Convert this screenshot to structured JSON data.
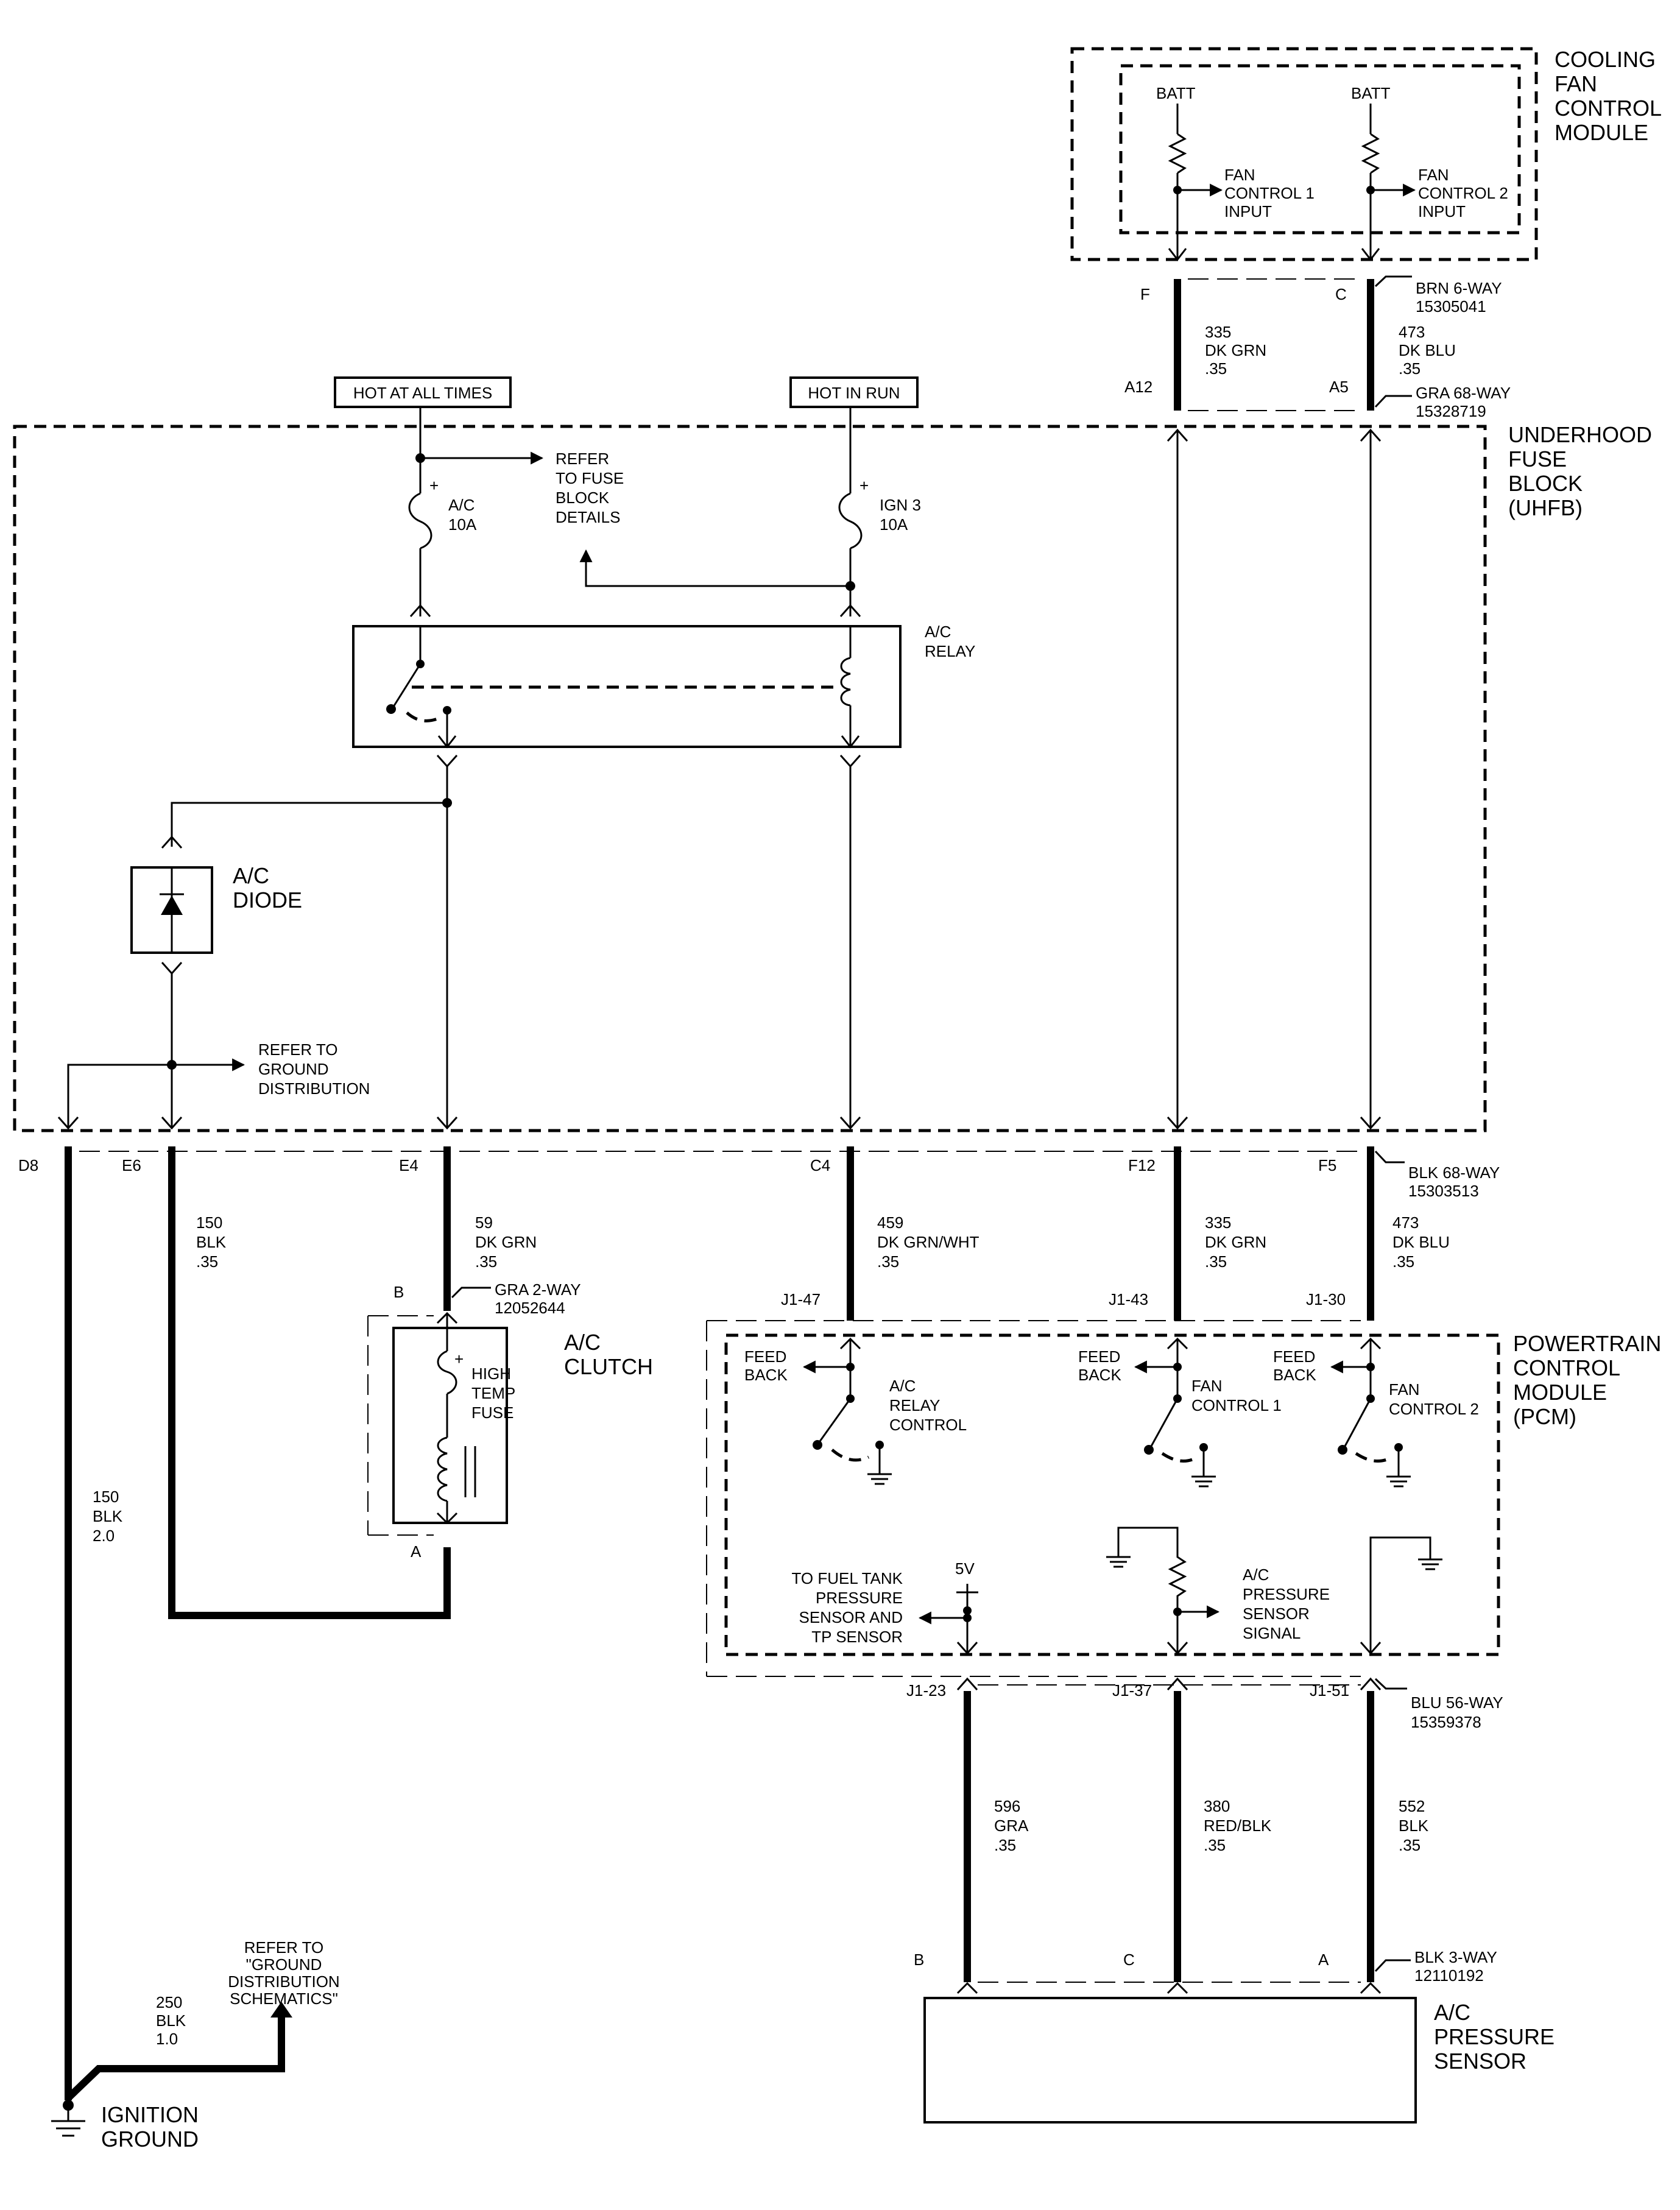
{
  "modules": {
    "cooling_fan": [
      "COOLING",
      "FAN",
      "CONTROL",
      "MODULE"
    ],
    "uhfb": [
      "UNDERHOOD",
      "FUSE",
      "BLOCK",
      "(UHFB)"
    ],
    "pcm": [
      "POWERTRAIN",
      "CONTROL",
      "MODULE",
      "(PCM)"
    ],
    "ac_pressure_sensor": [
      "A/C",
      "PRESSURE",
      "SENSOR"
    ],
    "ac_clutch": [
      "A/C",
      "CLUTCH"
    ],
    "ac_diode": [
      "A/C",
      "DIODE"
    ],
    "ac_relay": [
      "A/C",
      "RELAY"
    ],
    "ignition_ground": [
      "IGNITION",
      "GROUND"
    ]
  },
  "power": {
    "hot_at_all_times": "HOT AT ALL TIMES",
    "hot_in_run": "HOT IN RUN"
  },
  "fan_module": {
    "batt": "BATT",
    "input1": [
      "FAN",
      "CONTROL 1",
      "INPUT"
    ],
    "input2": [
      "FAN",
      "CONTROL 2",
      "INPUT"
    ]
  },
  "fuses": {
    "ac": [
      "A/C",
      "10A"
    ],
    "ign3": [
      "IGN 3",
      "10A"
    ],
    "plus": "+"
  },
  "refs": {
    "fuse_block": [
      "REFER",
      "TO FUSE",
      "BLOCK",
      "DETAILS"
    ],
    "ground_distribution": [
      "REFER TO",
      "GROUND",
      "DISTRIBUTION"
    ],
    "ground_schematics": [
      "REFER TO",
      "\"GROUND",
      "DISTRIBUTION",
      "SCHEMATICS\""
    ],
    "fuel_tank": [
      "TO FUEL TANK",
      "PRESSURE",
      "SENSOR AND",
      "TP SENSOR"
    ]
  },
  "connectors": {
    "brn6": [
      "BRN 6-WAY",
      "15305041"
    ],
    "gra68": [
      "GRA 68-WAY",
      "15328719"
    ],
    "blk68": [
      "BLK 68-WAY",
      "15303513"
    ],
    "gra2": [
      "GRA 2-WAY",
      "12052644"
    ],
    "blu56": [
      "BLU 56-WAY",
      "15359378"
    ],
    "blk3": [
      "BLK 3-WAY",
      "12110192"
    ]
  },
  "pins": {
    "F": "F",
    "C_top": "C",
    "A12": "A12",
    "A5": "A5",
    "D8": "D8",
    "E6": "E6",
    "E4": "E4",
    "C4": "C4",
    "F12": "F12",
    "F5": "F5",
    "J1_47": "J1-47",
    "J1_43": "J1-43",
    "J1_30": "J1-30",
    "B_clutch": "B",
    "A_clutch": "A",
    "J1_23": "J1-23",
    "J1_37": "J1-37",
    "J1_51": "J1-51",
    "B_sensor": "B",
    "C_sensor": "C",
    "A_sensor": "A"
  },
  "wires": {
    "w335_top": [
      "335",
      "DK GRN",
      ".35"
    ],
    "w473_top": [
      "473",
      "DK BLU",
      ".35"
    ],
    "w150_e6": [
      "150",
      "BLK",
      ".35"
    ],
    "w59": [
      "59",
      "DK GRN",
      ".35"
    ],
    "w459": [
      "459",
      "DK GRN/WHT",
      ".35"
    ],
    "w335_bot": [
      "335",
      "DK GRN",
      ".35"
    ],
    "w473_bot": [
      "473",
      "DK BLU",
      ".35"
    ],
    "w150_d8": [
      "150",
      "BLK",
      "2.0"
    ],
    "w250": [
      "250",
      "BLK",
      "1.0"
    ],
    "w596": [
      "596",
      "GRA",
      ".35"
    ],
    "w380": [
      "380",
      "RED/BLK",
      ".35"
    ],
    "w552": [
      "552",
      "BLK",
      ".35"
    ]
  },
  "clutch": {
    "fuse": [
      "HIGH",
      "TEMP",
      "FUSE"
    ]
  },
  "pcm_internal": {
    "feedback": [
      "FEED",
      "BACK"
    ],
    "relay_control": [
      "A/C",
      "RELAY",
      "CONTROL"
    ],
    "fan1": [
      "FAN",
      "CONTROL 1"
    ],
    "fan2": [
      "FAN",
      "CONTROL 2"
    ],
    "v5": "5V",
    "pressure_signal": [
      "A/C",
      "PRESSURE",
      "SENSOR",
      "SIGNAL"
    ]
  }
}
